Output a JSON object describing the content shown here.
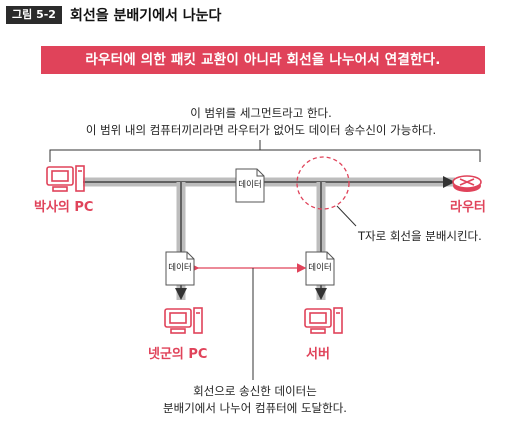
{
  "figure": {
    "number": "그림 5-2",
    "title": "회선을 분배기에서 나눈다"
  },
  "banner": "라우터에 의한 패킷 교환이 아니라 회선을 나누어서 연결한다.",
  "segment_note": {
    "line1": "이 범위를 세그먼트라고 한다.",
    "line2": "이 범위 내의 컴퓨터끼리라면 라우터가 없어도 데이터 송수신이 가능하다."
  },
  "nodes": {
    "pc_doctor": "박사의 PC",
    "router": "라우터",
    "pc_kid": "넷군의 PC",
    "server": "서버"
  },
  "packet_label": "데이터",
  "t_note": "T자로 회선을 분배시킨다.",
  "bottom_note": {
    "line1": "회선으로 송신한 데이터는",
    "line2": "분배기에서 나누어 컴퓨터에 도달한다."
  },
  "colors": {
    "accent": "#e0435a",
    "cable": "#bdbdbd",
    "cable_core": "#444444"
  }
}
